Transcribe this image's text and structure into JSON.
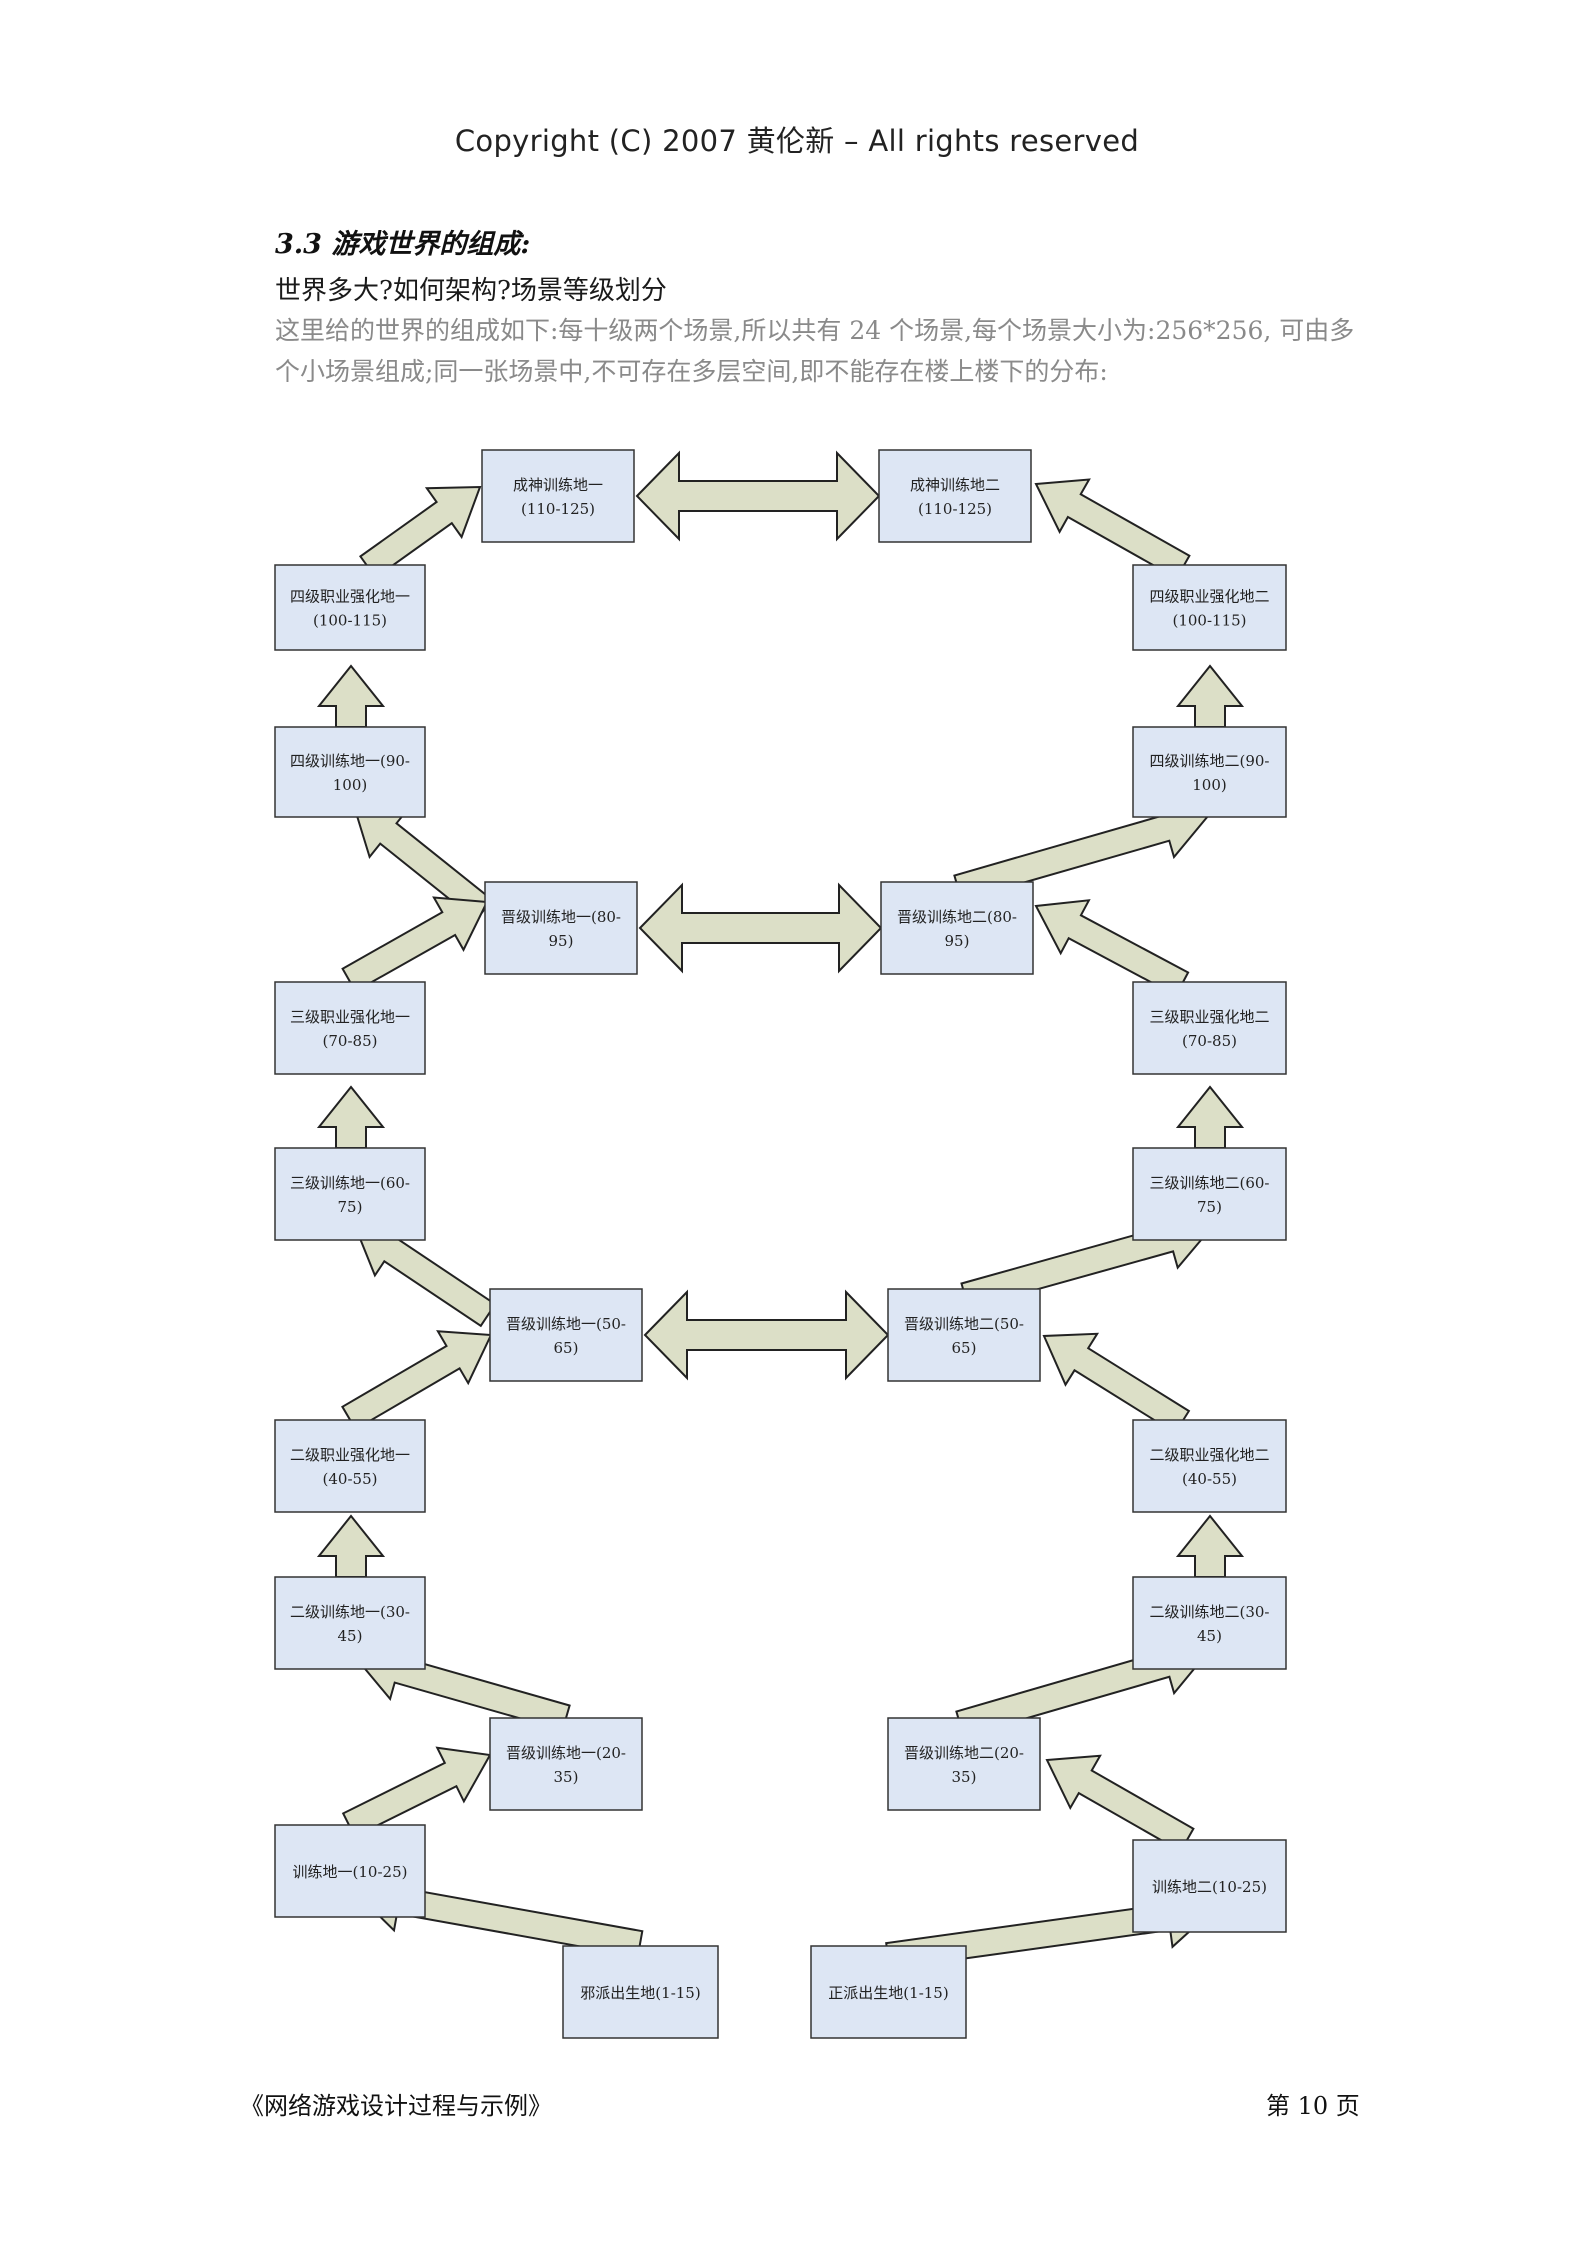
{
  "header": {
    "text": "Copyright (C) 2007   黄伦新  – All rights reserved"
  },
  "section": {
    "title": "3.3  游戏世界的组成:",
    "subtitle": "世界多大?如何架构?场景等级划分",
    "paragraph": "这里给的世界的组成如下:每十级两个场景,所以共有 24 个场景,每个场景大小为:256*256, 可由多个小场景组成;同一张场景中,不可存在多层空间,即不能存在楼上楼下的分布:"
  },
  "diagram": {
    "colors": {
      "box_fill": "#dde6f4",
      "arrow_fill": "#dcdfc7"
    },
    "boxes": [
      {
        "id": "cs1",
        "line1": "成神训练地一",
        "line2": "(110-125)"
      },
      {
        "id": "cs2",
        "line1": "成神训练地二",
        "line2": "(110-125)"
      },
      {
        "id": "sj4q1",
        "line1": "四级职业强化地一",
        "line2": "(100-115)"
      },
      {
        "id": "sj4q2",
        "line1": "四级职业强化地二",
        "line2": "(100-115)"
      },
      {
        "id": "sj4x1",
        "line1": "四级训练地一(90-",
        "line2": "100)"
      },
      {
        "id": "sj4x2",
        "line1": "四级训练地二(90-",
        "line2": "100)"
      },
      {
        "id": "jj80a",
        "line1": "晋级训练地一(80-",
        "line2": "95)"
      },
      {
        "id": "jj80b",
        "line1": "晋级训练地二(80-",
        "line2": "95)"
      },
      {
        "id": "sj3q1",
        "line1": "三级职业强化地一",
        "line2": "(70-85)"
      },
      {
        "id": "sj3q2",
        "line1": "三级职业强化地二",
        "line2": "(70-85)"
      },
      {
        "id": "sj3x1",
        "line1": "三级训练地一(60-",
        "line2": "75)"
      },
      {
        "id": "sj3x2",
        "line1": "三级训练地二(60-",
        "line2": "75)"
      },
      {
        "id": "jj50a",
        "line1": "晋级训练地一(50-",
        "line2": "65)"
      },
      {
        "id": "jj50b",
        "line1": "晋级训练地二(50-",
        "line2": "65)"
      },
      {
        "id": "ej2q1",
        "line1": "二级职业强化地一",
        "line2": "(40-55)"
      },
      {
        "id": "ej2q2",
        "line1": "二级职业强化地二",
        "line2": "(40-55)"
      },
      {
        "id": "ej2x1",
        "line1": "二级训练地一(30-",
        "line2": "45)"
      },
      {
        "id": "ej2x2",
        "line1": "二级训练地二(30-",
        "line2": "45)"
      },
      {
        "id": "jj20a",
        "line1": "晋级训练地一(20-",
        "line2": "35)"
      },
      {
        "id": "jj20b",
        "line1": "晋级训练地二(20-",
        "line2": "35)"
      },
      {
        "id": "xl1",
        "line1": "训练地一(10-25)",
        "line2": ""
      },
      {
        "id": "xl2",
        "line1": "训练地二(10-25)",
        "line2": ""
      },
      {
        "id": "xp",
        "line1": "邪派出生地(1-15)",
        "line2": ""
      },
      {
        "id": "zp",
        "line1": "正派出生地(1-15)",
        "line2": ""
      }
    ]
  },
  "footer": {
    "book_title": "《网络游戏设计过程与示例》",
    "page_label": "第 10 页"
  }
}
